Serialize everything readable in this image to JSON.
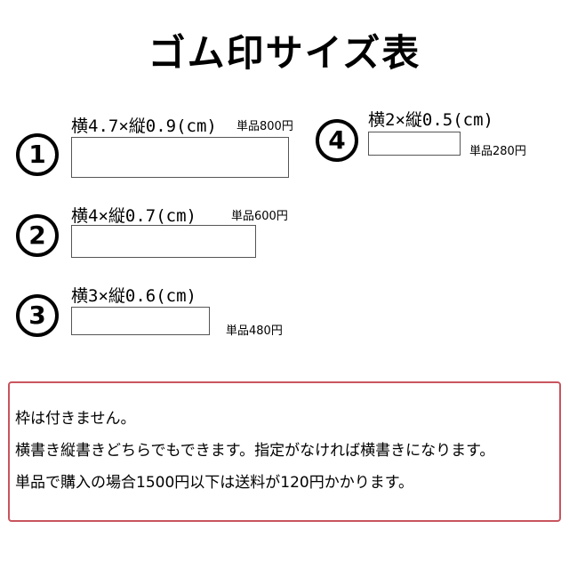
{
  "title": "ゴム印サイズ表",
  "sizes": [
    {
      "num": "1",
      "label": "横4.7×縦0.9(cm)",
      "price": "単品800円"
    },
    {
      "num": "2",
      "label": "横4×縦0.7(cm)",
      "price": "単品600円"
    },
    {
      "num": "3",
      "label": "横3×縦0.6(cm)",
      "price": "単品480円"
    },
    {
      "num": "4",
      "label": "横2×縦0.5(cm)",
      "price": "単品280円"
    }
  ],
  "notes": [
    "枠は付きません。",
    "横書き縦書きどちらでもできます。指定がなければ横書きになります。",
    "単品で購入の場合1500円以下は送料が120円かかります。"
  ]
}
